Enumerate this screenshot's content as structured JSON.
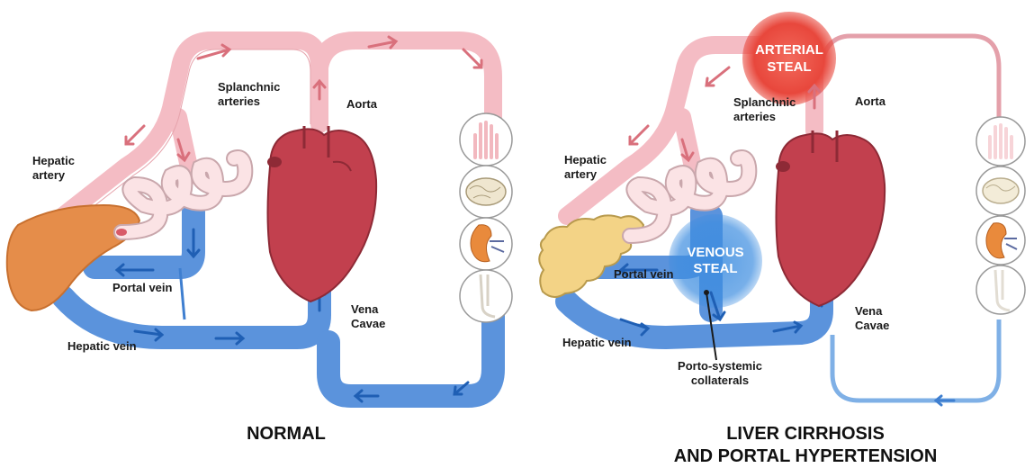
{
  "colors": {
    "artery": "#f4bcc4",
    "artery_arrow": "#d9707c",
    "vein": "#5b93dc",
    "vein_dark": "#2f6bc2",
    "heart": "#c2404e",
    "heart_dark": "#8e2a36",
    "liver_normal": "#e58d4a",
    "liver_cirrhotic": "#f3d386",
    "intestine": "#fbe3e5",
    "arterial_steal": "#e8473c",
    "venous_steal": "#3d8de0"
  },
  "normal": {
    "title": "NORMAL",
    "labels": {
      "splanchnic": [
        "Splanchnic",
        "arteries"
      ],
      "hepatic_artery": [
        "Hepatic",
        "artery"
      ],
      "aorta": "Aorta",
      "portal_vein": "Portal vein",
      "hepatic_vein": "Hepatic vein",
      "vena_cavae": [
        "Vena",
        "Cavae"
      ]
    },
    "organ_icons": [
      "hand-icon",
      "brain-icon",
      "kidney-icon",
      "leg-icon"
    ]
  },
  "cirrhosis": {
    "title": [
      "LIVER CIRRHOSIS",
      "AND PORTAL HYPERTENSION"
    ],
    "labels": {
      "splanchnic": [
        "Splanchnic",
        "arteries"
      ],
      "hepatic_artery": [
        "Hepatic",
        "artery"
      ],
      "aorta": "Aorta",
      "portal_vein": "Portal vein",
      "hepatic_vein": "Hepatic vein",
      "vena_cavae": [
        "Vena",
        "Cavae"
      ],
      "collaterals": [
        "Porto-systemic",
        "collaterals"
      ]
    },
    "arterial_steal": [
      "ARTERIAL",
      "STEAL"
    ],
    "venous_steal": [
      "VENOUS",
      "STEAL"
    ],
    "organ_icons": [
      "hand-icon",
      "brain-icon",
      "kidney-icon",
      "leg-icon"
    ]
  }
}
